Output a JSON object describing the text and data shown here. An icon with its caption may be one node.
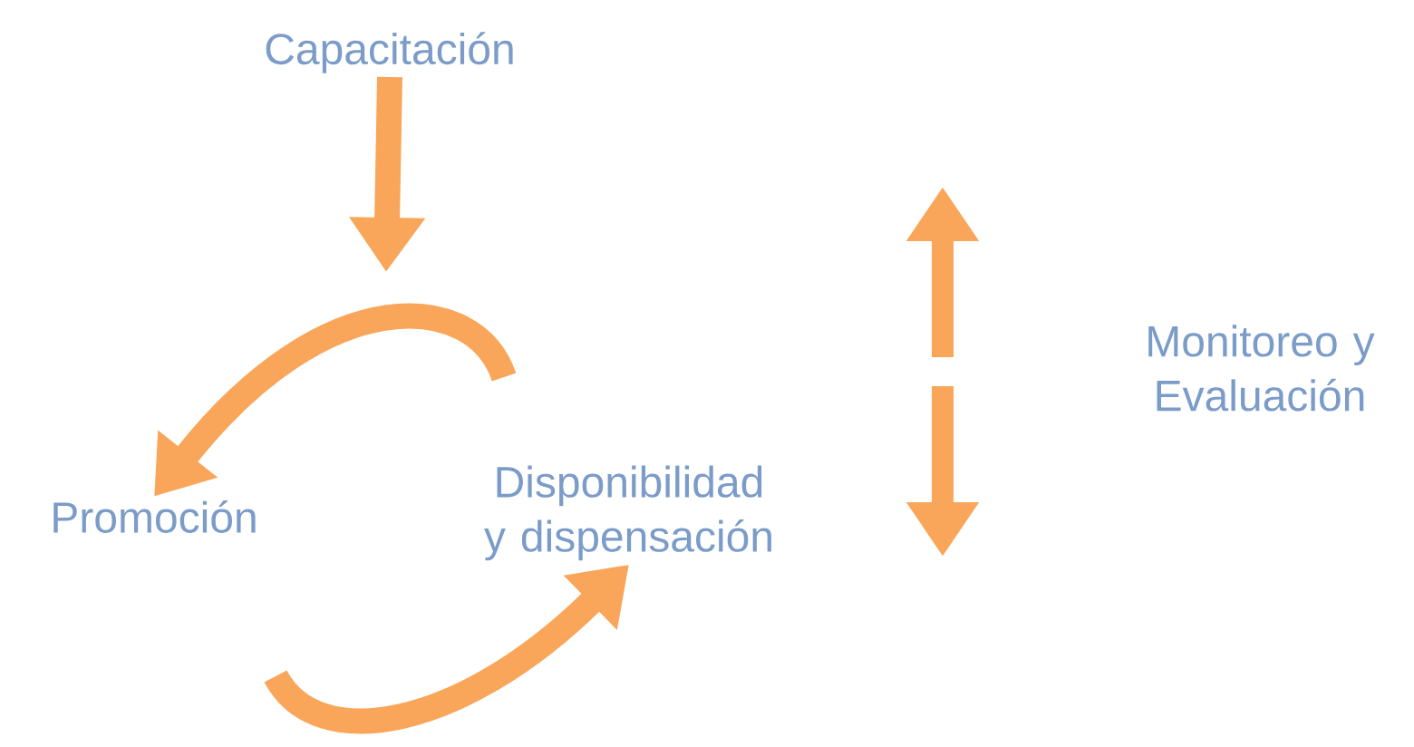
{
  "diagram": {
    "nodes": [
      {
        "text": [
          "Capacitación"
        ]
      },
      {
        "text": [
          "Promoción"
        ]
      },
      {
        "text": [
          "Disponibilidad y dispensación"
        ]
      },
      {
        "text": [
          "Monitoreo y Evaluación"
        ]
      }
    ],
    "edges": [
      {
        "from": 0,
        "to": null,
        "arrow": "to"
      },
      {
        "from": null,
        "to": 1,
        "arrow": "to"
      },
      {
        "from": null,
        "to": 2,
        "arrow": "to"
      }
    ]
  }
}
